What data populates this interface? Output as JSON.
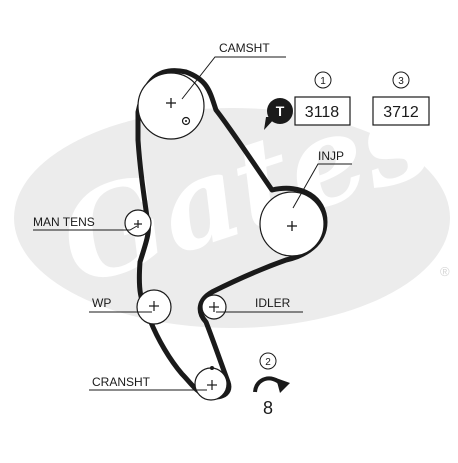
{
  "watermark": {
    "brand": "Gates",
    "registered_mark": "®",
    "color": "#ededed"
  },
  "labels": {
    "camshaft": "CAMSHT",
    "injection_pump": "INJP",
    "manual_tensioner": "MAN TENS",
    "water_pump": "WP",
    "idler": "IDLER",
    "crankshaft": "CRANSHT"
  },
  "parts": {
    "step1_number": "1",
    "tool_icon_letter": "T",
    "tool_part_number": "3118",
    "step3_number": "3",
    "belt_part_number": "3712"
  },
  "torque": {
    "step2_number": "2",
    "value": "8"
  },
  "icons": {
    "pulley_center": "plus-icon",
    "timing_mark": "ring-dot-icon",
    "rotation": "curved-arrow-icon",
    "tool": "tool-badge-icon"
  },
  "colors": {
    "belt": "#1a1a1a",
    "line": "#1a1a1a",
    "background": "#ffffff"
  }
}
